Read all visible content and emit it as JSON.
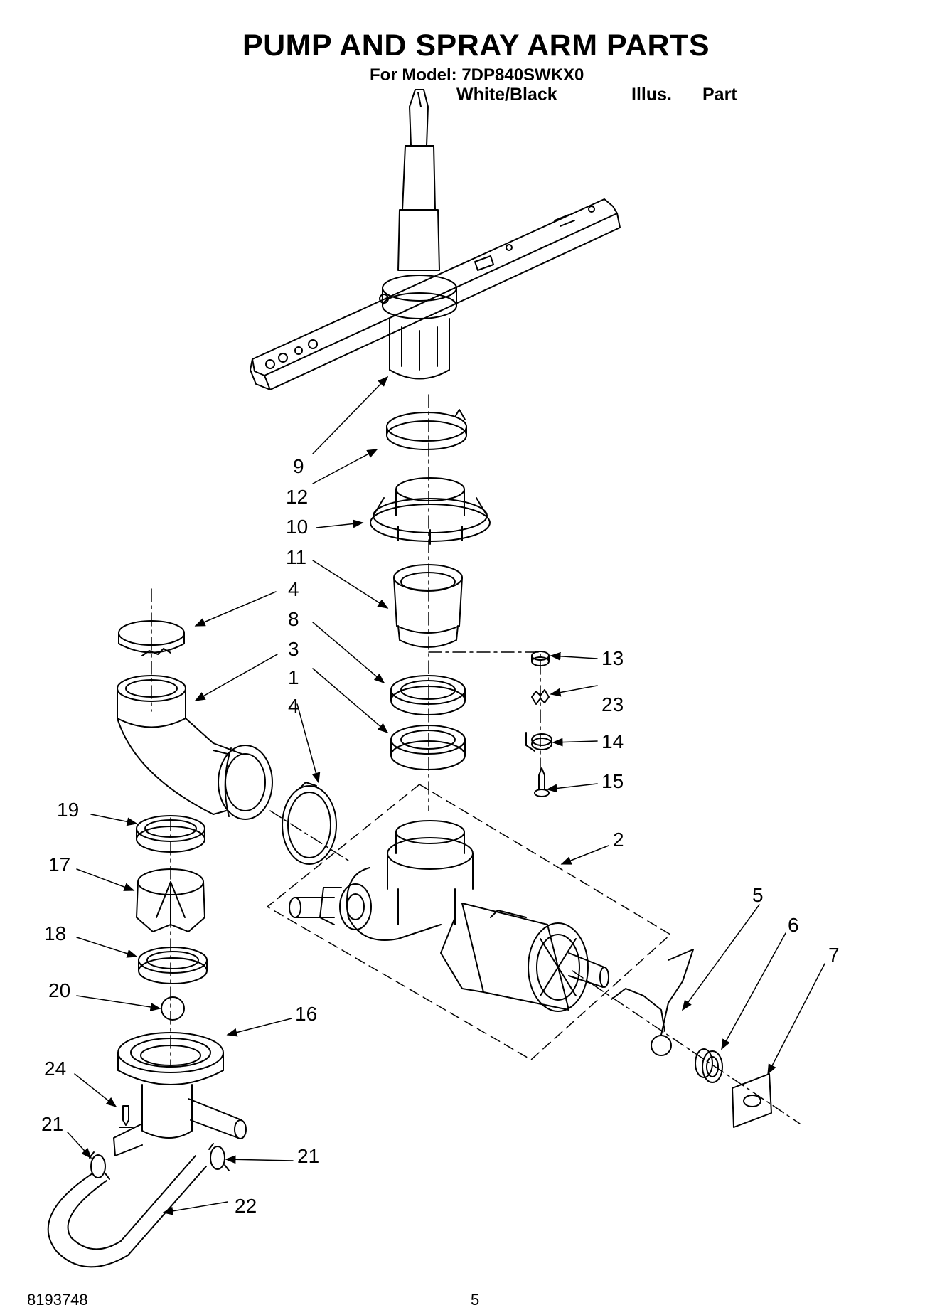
{
  "header": {
    "title": "PUMP AND SPRAY ARM PARTS",
    "model_line": "For Model: 7DP840SWKX0",
    "color_label": "White/Black",
    "illus_label": "Illus.",
    "part_label": "Part"
  },
  "callouts": {
    "c1": "1",
    "c2": "2",
    "c3": "3",
    "c4a": "4",
    "c4b": "4",
    "c5": "5",
    "c6": "6",
    "c7": "7",
    "c8": "8",
    "c9": "9",
    "c10": "10",
    "c11": "11",
    "c12": "12",
    "c13": "13",
    "c14": "14",
    "c15": "15",
    "c16": "16",
    "c17": "17",
    "c18": "18",
    "c19": "19",
    "c20": "20",
    "c21a": "21",
    "c21b": "21",
    "c22": "22",
    "c23": "23",
    "c24": "24"
  },
  "footer": {
    "doc_number": "8193748",
    "page_number": "5"
  }
}
